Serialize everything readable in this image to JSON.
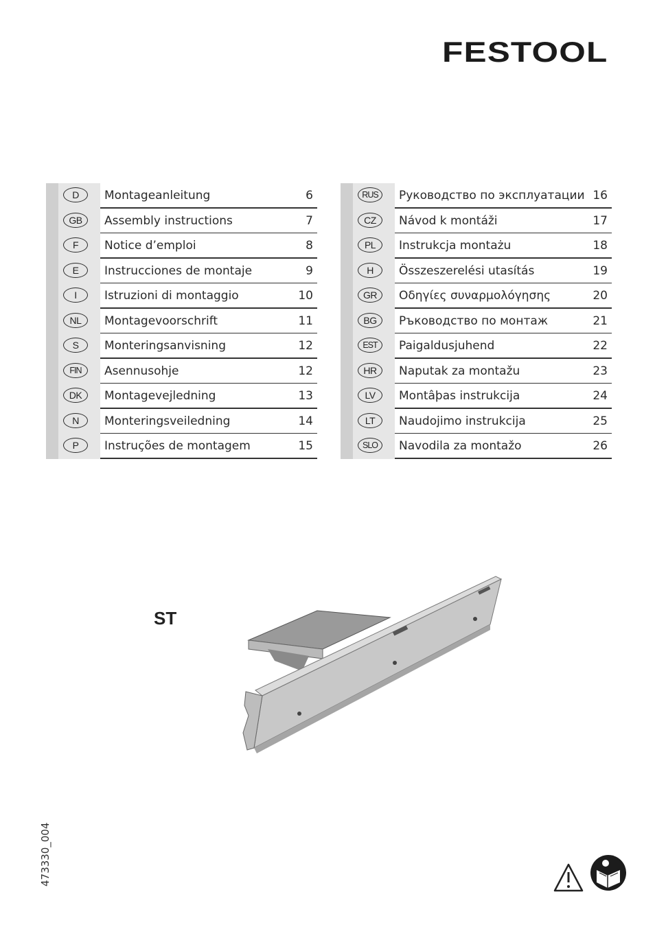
{
  "brand": "FESTOOL",
  "model": "ST",
  "doc_number": "473330_004",
  "toc_left": [
    {
      "code": "D",
      "title": "Montageanleitung",
      "page": "6"
    },
    {
      "code": "GB",
      "title": "Assembly instructions",
      "page": "7"
    },
    {
      "code": "F",
      "title": "Notice d’emploi",
      "page": "8"
    },
    {
      "code": "E",
      "title": "Instrucciones de montaje",
      "page": "9"
    },
    {
      "code": "I",
      "title": "Istruzioni di montaggio",
      "page": "10"
    },
    {
      "code": "NL",
      "title": "Montagevoorschrift",
      "page": "11"
    },
    {
      "code": "S",
      "title": "Monteringsanvisning",
      "page": "12"
    },
    {
      "code": "FIN",
      "title": "Asennusohje",
      "page": "12"
    },
    {
      "code": "DK",
      "title": "Montagevejledning",
      "page": "13"
    },
    {
      "code": "N",
      "title": "Monteringsveiledning",
      "page": "14"
    },
    {
      "code": "P",
      "title": "Instruções de montagem",
      "page": "15"
    }
  ],
  "toc_right": [
    {
      "code": "RUS",
      "title": "Руководство по эксплуатации",
      "page": "16"
    },
    {
      "code": "CZ",
      "title": "Návod k montáži",
      "page": "17"
    },
    {
      "code": "PL",
      "title": "Instrukcja montażu",
      "page": "18"
    },
    {
      "code": "H",
      "title": "Összeszerelési utasítás",
      "page": "19"
    },
    {
      "code": "GR",
      "title": "Οδηγίες συναρμολόγησης",
      "page": "20"
    },
    {
      "code": "BG",
      "title": "Ръководство по монтаж",
      "page": "21"
    },
    {
      "code": "EST",
      "title": "Paigaldusjuhend",
      "page": "22"
    },
    {
      "code": "HR",
      "title": "Naputak za montažu",
      "page": "23"
    },
    {
      "code": "LV",
      "title": "Montâþas instrukcija",
      "page": "24"
    },
    {
      "code": "LT",
      "title": "Naudojimo instrukcija",
      "page": "25"
    },
    {
      "code": "SLO",
      "title": "Navodila za montažo",
      "page": "26"
    }
  ],
  "icons": [
    "warning-icon",
    "read-manual-icon"
  ]
}
